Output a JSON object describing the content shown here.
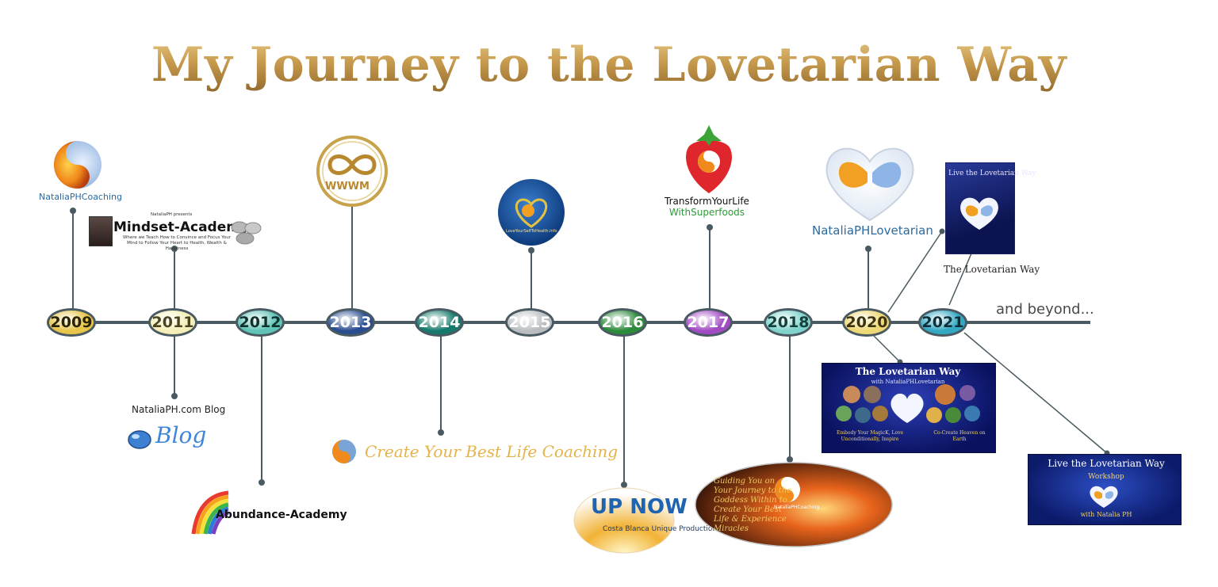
{
  "title": "My Journey to the Lovetarian Way",
  "timeline": {
    "years": [
      {
        "label": "2009",
        "fill": "#e6c54a",
        "text": "#2a2205"
      },
      {
        "label": "2011",
        "fill": "#f4efb8",
        "text": "#4a4520"
      },
      {
        "label": "2012",
        "fill": "#5fc3b6",
        "text": "#12302c"
      },
      {
        "label": "2013",
        "fill": "#2a4d8f",
        "text": "#ffffff"
      },
      {
        "label": "2014",
        "fill": "#157a6c",
        "text": "#ffffff"
      },
      {
        "label": "2015",
        "fill": "#b9bdbf",
        "text": "#ffffff"
      },
      {
        "label": "2016",
        "fill": "#2c8a3b",
        "text": "#ffffff"
      },
      {
        "label": "2017",
        "fill": "#a14bc2",
        "text": "#ffffff"
      },
      {
        "label": "2018",
        "fill": "#7fd3cc",
        "text": "#17403c"
      },
      {
        "label": "2020",
        "fill": "#eed875",
        "text": "#3b3210"
      },
      {
        "label": "2021",
        "fill": "#33a8c3",
        "text": "#0c2f38"
      }
    ],
    "beyond_label": "and beyond..."
  },
  "items": {
    "coaching_logo": "NataliaPHCoaching",
    "mindset_presents": "NataliaPH presents",
    "mindset_title": "Mindset-Academy",
    "mindset_sub": "Where we Teach How to Convince and Focus Your Mind to Follow Your Heart to Health, Wealth & Happiness",
    "blog_caption": "NataliaPH.com Blog",
    "blog_logo": "Blog",
    "abundance": "Abundance-Academy",
    "wwwm": "WWWM",
    "create_best_life": "Create Your Best Life Coaching",
    "lfs_text": "LoveYourSelfToHealth.info",
    "up_now": "UP NOW",
    "up_now_sub": "Costa Blanca Unique Productions",
    "superfoods_line1": "TransformYourLife",
    "superfoods_line2": "WithSuperfoods",
    "guide_text": "Guiding You on Your Journey to the Goddess Within to Create Your Best Life & Experience Miracles",
    "guide_logo": "NataliaPHCoaching",
    "lovetarian_logo": "NataliaPHLovetarian",
    "tlw_title": "The Lovetarian Way",
    "tlw_sub": "with NataliaPHLovetarian",
    "tlw_left": "Embody Your MagicK, Love Unconditionally, Inspire",
    "tlw_right": "Co-Create Heaven on Earth",
    "book_title": "Live the Lovetarian Way",
    "book_caption": "The Lovetarian Way",
    "workshop_title": "Live the Lovetarian Way",
    "workshop_sub": "Workshop",
    "workshop_with": "with Natalia PH"
  },
  "colors": {
    "line": "#4a5a62",
    "gold": "#b99146"
  }
}
